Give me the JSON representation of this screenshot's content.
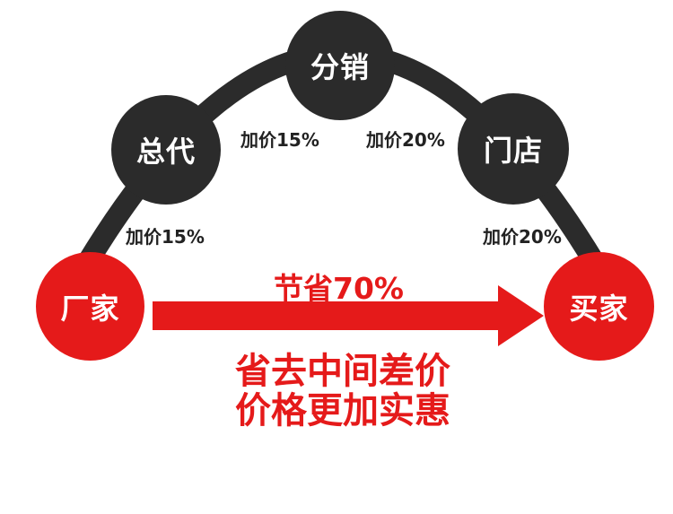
{
  "nodes": {
    "manufacturer": "厂家",
    "general_agent": "总代",
    "distributor": "分销",
    "store": "门店",
    "buyer": "买家"
  },
  "markups": {
    "manufacturer_to_agent": "加价15%",
    "agent_to_distributor": "加价15%",
    "distributor_to_store": "加价20%",
    "store_to_buyer": "加价20%"
  },
  "direct": {
    "savings": "节省70%",
    "slogan_line1": "省去中间差价",
    "slogan_line2": "价格更加实惠"
  },
  "colors": {
    "accent": "#e51a1a",
    "dark": "#2b2b2b"
  }
}
